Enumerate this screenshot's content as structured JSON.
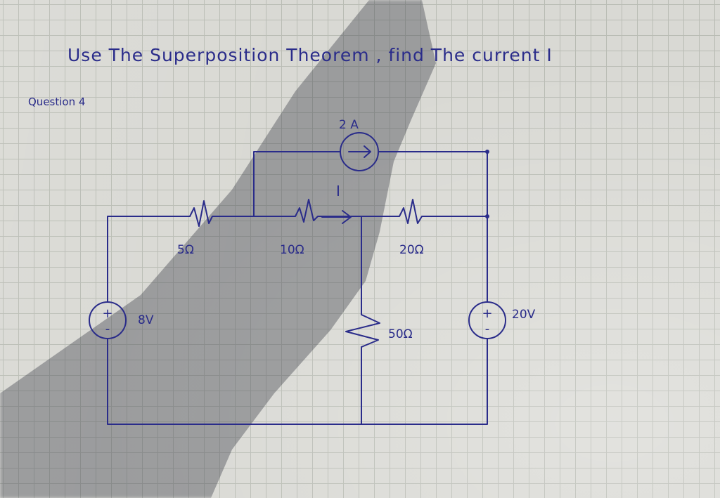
{
  "header": {
    "title": "Use The Superposition Theorem , find The current I",
    "question": "Question 4"
  },
  "circuit": {
    "current_source": {
      "value": "2 A",
      "icon": "arrow-right-icon"
    },
    "current_label": "I",
    "resistors": [
      {
        "id": "r1",
        "value": "5Ω"
      },
      {
        "id": "r2",
        "value": "10Ω"
      },
      {
        "id": "r3",
        "value": "20Ω"
      },
      {
        "id": "r4",
        "value": "50Ω"
      }
    ],
    "voltage_sources": [
      {
        "id": "v1",
        "value": "8V",
        "polarity": "+/-"
      },
      {
        "id": "v2",
        "value": "20V",
        "polarity": "+/-"
      }
    ]
  },
  "colors": {
    "ink": "#2a2c8a",
    "paper": "#d9d9d4",
    "grid": "#b9bcb4"
  }
}
